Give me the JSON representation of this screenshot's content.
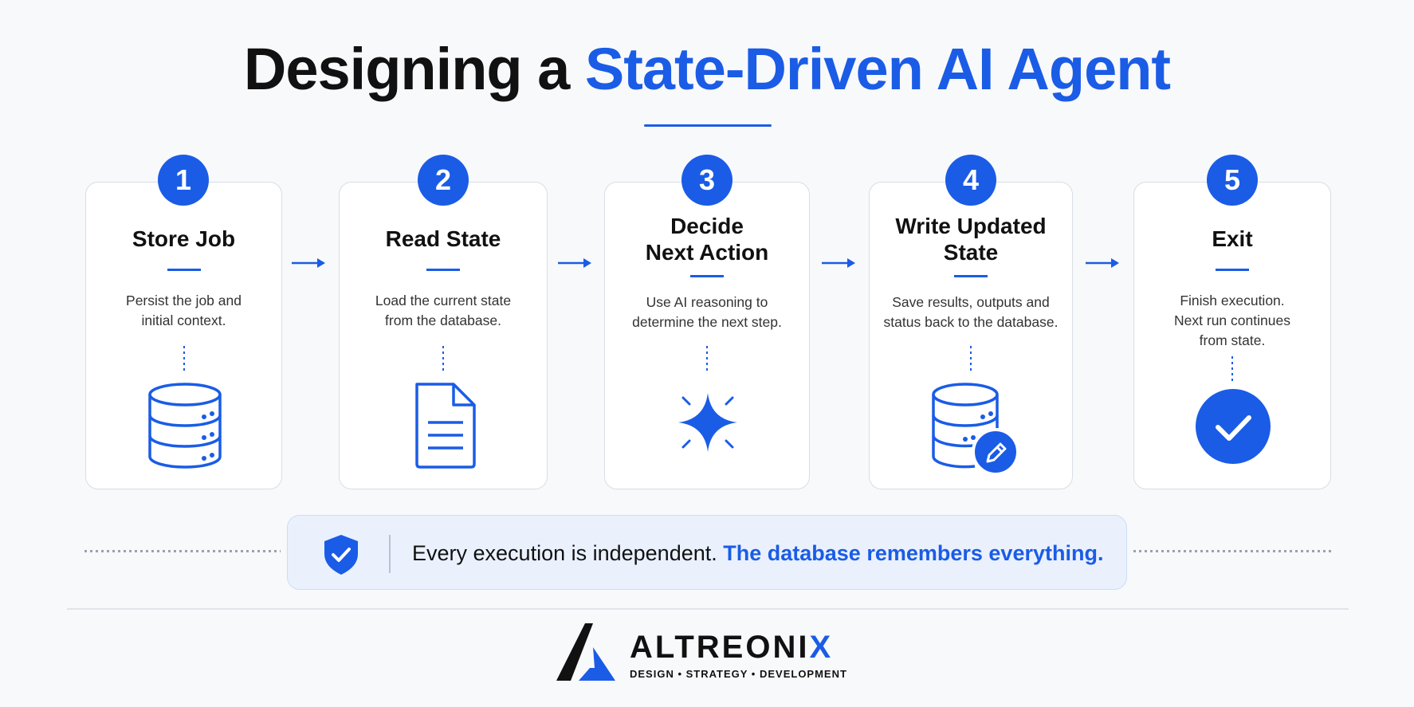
{
  "title": {
    "part1": "Designing a",
    "part2": "State-Driven AI Agent"
  },
  "steps": [
    {
      "number": "1",
      "title": [
        "Store Job"
      ],
      "description": [
        "Persist the job and",
        "initial context."
      ],
      "icon": "database-icon"
    },
    {
      "number": "2",
      "title": [
        "Read State"
      ],
      "description": [
        "Load the current state",
        "from the database."
      ],
      "icon": "document-icon"
    },
    {
      "number": "3",
      "title": [
        "Decide",
        "Next Action"
      ],
      "description": [
        "Use AI reasoning to",
        "determine the next step."
      ],
      "icon": "sparkle-icon"
    },
    {
      "number": "4",
      "title": [
        "Write Updated",
        "State"
      ],
      "description": [
        "Save results, outputs and",
        "status back to the database."
      ],
      "icon": "database-edit-icon"
    },
    {
      "number": "5",
      "title": [
        "Exit"
      ],
      "description": [
        "Finish execution.",
        "Next run continues",
        "from state."
      ],
      "icon": "checkmark-icon"
    }
  ],
  "note": {
    "text_plain": "Every execution is independent.",
    "text_highlight": "The database remembers everything.",
    "icon": "shield-check-icon"
  },
  "brand": {
    "name_main": "ALTREONI",
    "name_accent": "X",
    "tagline": "DESIGN • STRATEGY • DEVELOPMENT"
  },
  "colors": {
    "accent": "#1a5ce6",
    "text": "#111111",
    "background": "#f8f9fb",
    "card_border": "#d8dde6",
    "note_background": "#eaf1fd"
  }
}
